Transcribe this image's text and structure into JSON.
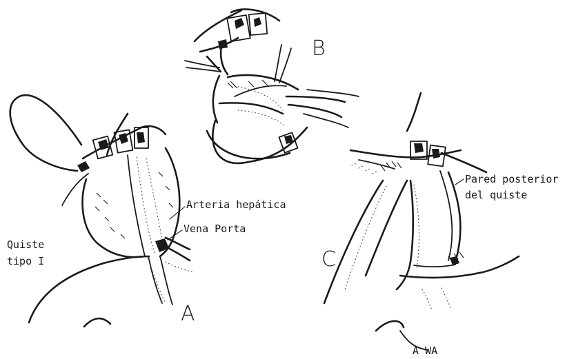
{
  "panels": {
    "a": {
      "letter": "A"
    },
    "b": {
      "letter": "B"
    },
    "c": {
      "letter": "C"
    }
  },
  "labels": {
    "arteria": "Arteria hepática",
    "vena": "Vena Porta",
    "quiste_line1": "Quiste",
    "quiste_line2": "tipo I",
    "pared_line1": "Pared posterior",
    "pared_line2": "del quiste",
    "signature": "A WA"
  }
}
